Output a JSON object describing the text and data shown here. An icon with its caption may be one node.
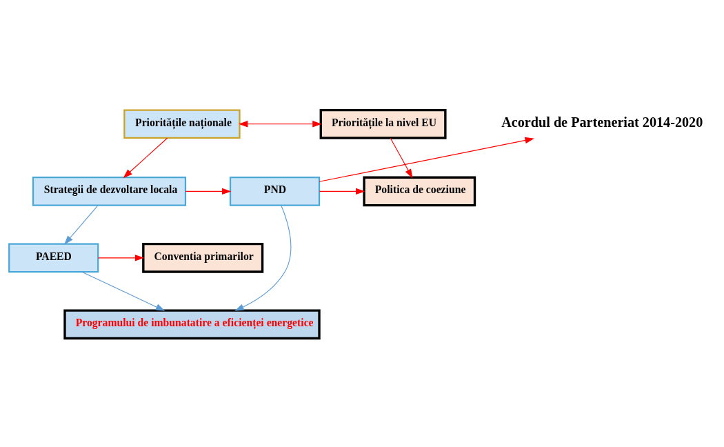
{
  "diagram": {
    "nodes": [
      {
        "text": [
          "Prioritățile naționale"
        ]
      },
      {
        "text": [
          "Acordul de Parteneriat 2014-2020"
        ]
      },
      {
        "text": [
          "Prioritățile la nivel EU"
        ]
      },
      {
        "text": [
          "Strategii de dezvoltare locala"
        ]
      },
      {
        "text": [
          "PND"
        ]
      },
      {
        "text": [
          "Politica de coeziune"
        ]
      },
      {
        "text": [
          "PAEED"
        ]
      },
      {
        "text": [
          "Conventia primarilor"
        ]
      },
      {
        "text": [
          "Programului de imbunatatire a eficienței energetice"
        ]
      }
    ],
    "edges": [
      {
        "from": 0,
        "to": 2,
        "arrow": "both"
      },
      {
        "from": 0,
        "to": 3,
        "arrow": "to"
      },
      {
        "from": 2,
        "to": 5,
        "arrow": "to"
      },
      {
        "from": 4,
        "to": 1,
        "arrow": "to"
      },
      {
        "from": 3,
        "to": 4,
        "arrow": "to"
      },
      {
        "from": 4,
        "to": 5,
        "arrow": "to"
      },
      {
        "from": 3,
        "to": 6,
        "arrow": "to",
        "color": "#5b9bd5"
      },
      {
        "from": 6,
        "to": 7,
        "arrow": "to"
      },
      {
        "from": 6,
        "to": 8,
        "arrow": "to",
        "color": "#5b9bd5"
      },
      {
        "from": 4,
        "to": 8,
        "arrow": "to",
        "color": "#5b9bd5"
      }
    ]
  }
}
